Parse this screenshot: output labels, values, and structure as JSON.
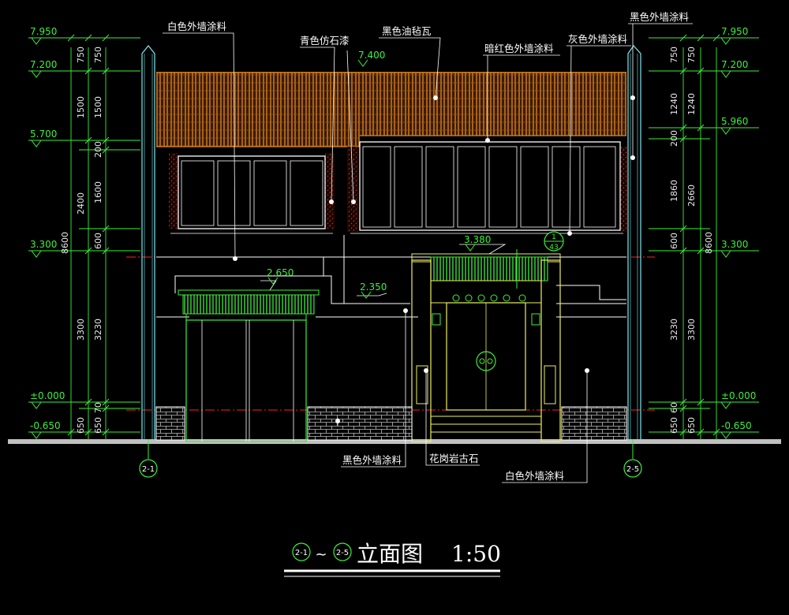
{
  "drawing": {
    "title": "立面图",
    "scale": "1:50",
    "title_axis_start": "2-1",
    "title_axis_sep": "~",
    "title_axis_end": "2-5"
  },
  "axes": {
    "left": "2-1",
    "right": "2-5",
    "detail_top": "1",
    "detail_bottom": "43"
  },
  "levels": {
    "left": [
      "7.950",
      "7.200",
      "5.700",
      "3.300",
      "±0.000",
      "-0.650"
    ],
    "right": [
      "7.950",
      "7.200",
      "5.960",
      "3.300",
      "±0.000",
      "-0.650"
    ],
    "inner": [
      "7.400",
      "2.650",
      "2.350",
      "3.380"
    ]
  },
  "dimensions": {
    "left_inner": [
      "750",
      "1500",
      "200",
      "1600",
      "600",
      "3230",
      "70",
      "650"
    ],
    "left_mid": [
      "750",
      "1500",
      "2400",
      "3300",
      "650"
    ],
    "left_total": "8600",
    "right_inner": [
      "750",
      "1240",
      "200",
      "1860",
      "600",
      "3230",
      "60",
      "650"
    ],
    "right_mid": [
      "750",
      "1240",
      "2660",
      "3300",
      "650"
    ],
    "right_total": "8600"
  },
  "labels": {
    "white_wall_top": "白色外墙涂料",
    "cyan_stone": "青色仿石漆",
    "black_tile": "黑色油毡瓦",
    "dark_red_wall": "暗红色外墙涂料",
    "grey_wall": "灰色外墙涂料",
    "black_wall_top": "黑色外墙涂料",
    "black_wall_bottom": "黑色外墙涂料",
    "granite": "花岗岩古石",
    "white_wall_bottom": "白色外墙涂料"
  },
  "colors": {
    "background": "#000000",
    "dimension_green": "#3cf03c",
    "roof_orange": "#e08a2a",
    "wall_cyan": "#7fe8f0",
    "gate_yellow": "#f0f060",
    "gate_green": "#3cf03c",
    "axis_red": "#ff2020"
  }
}
